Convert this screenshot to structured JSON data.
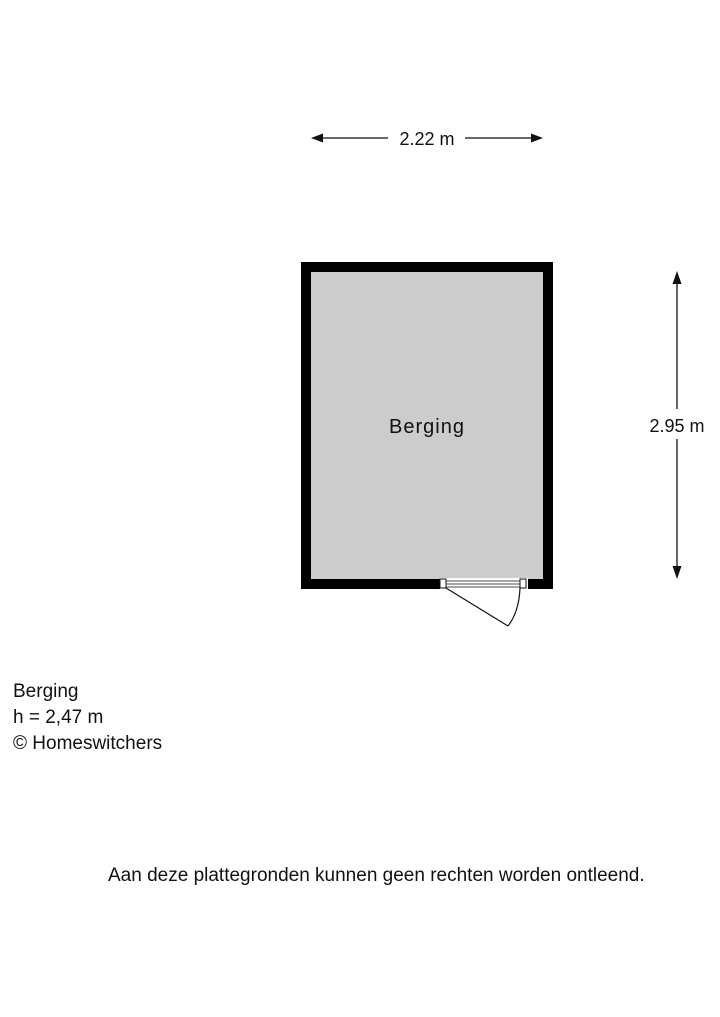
{
  "floorplan": {
    "width_dimension": "2.22 m",
    "height_dimension": "2.95 m",
    "room_name": "Berging",
    "colors": {
      "wall": "#000000",
      "floor": "#cccccc"
    }
  },
  "info": {
    "room": "Berging",
    "height": "h = 2,47 m",
    "copyright": "© Homeswitchers"
  },
  "disclaimer": "Aan deze plattegronden kunnen geen rechten worden ontleend."
}
